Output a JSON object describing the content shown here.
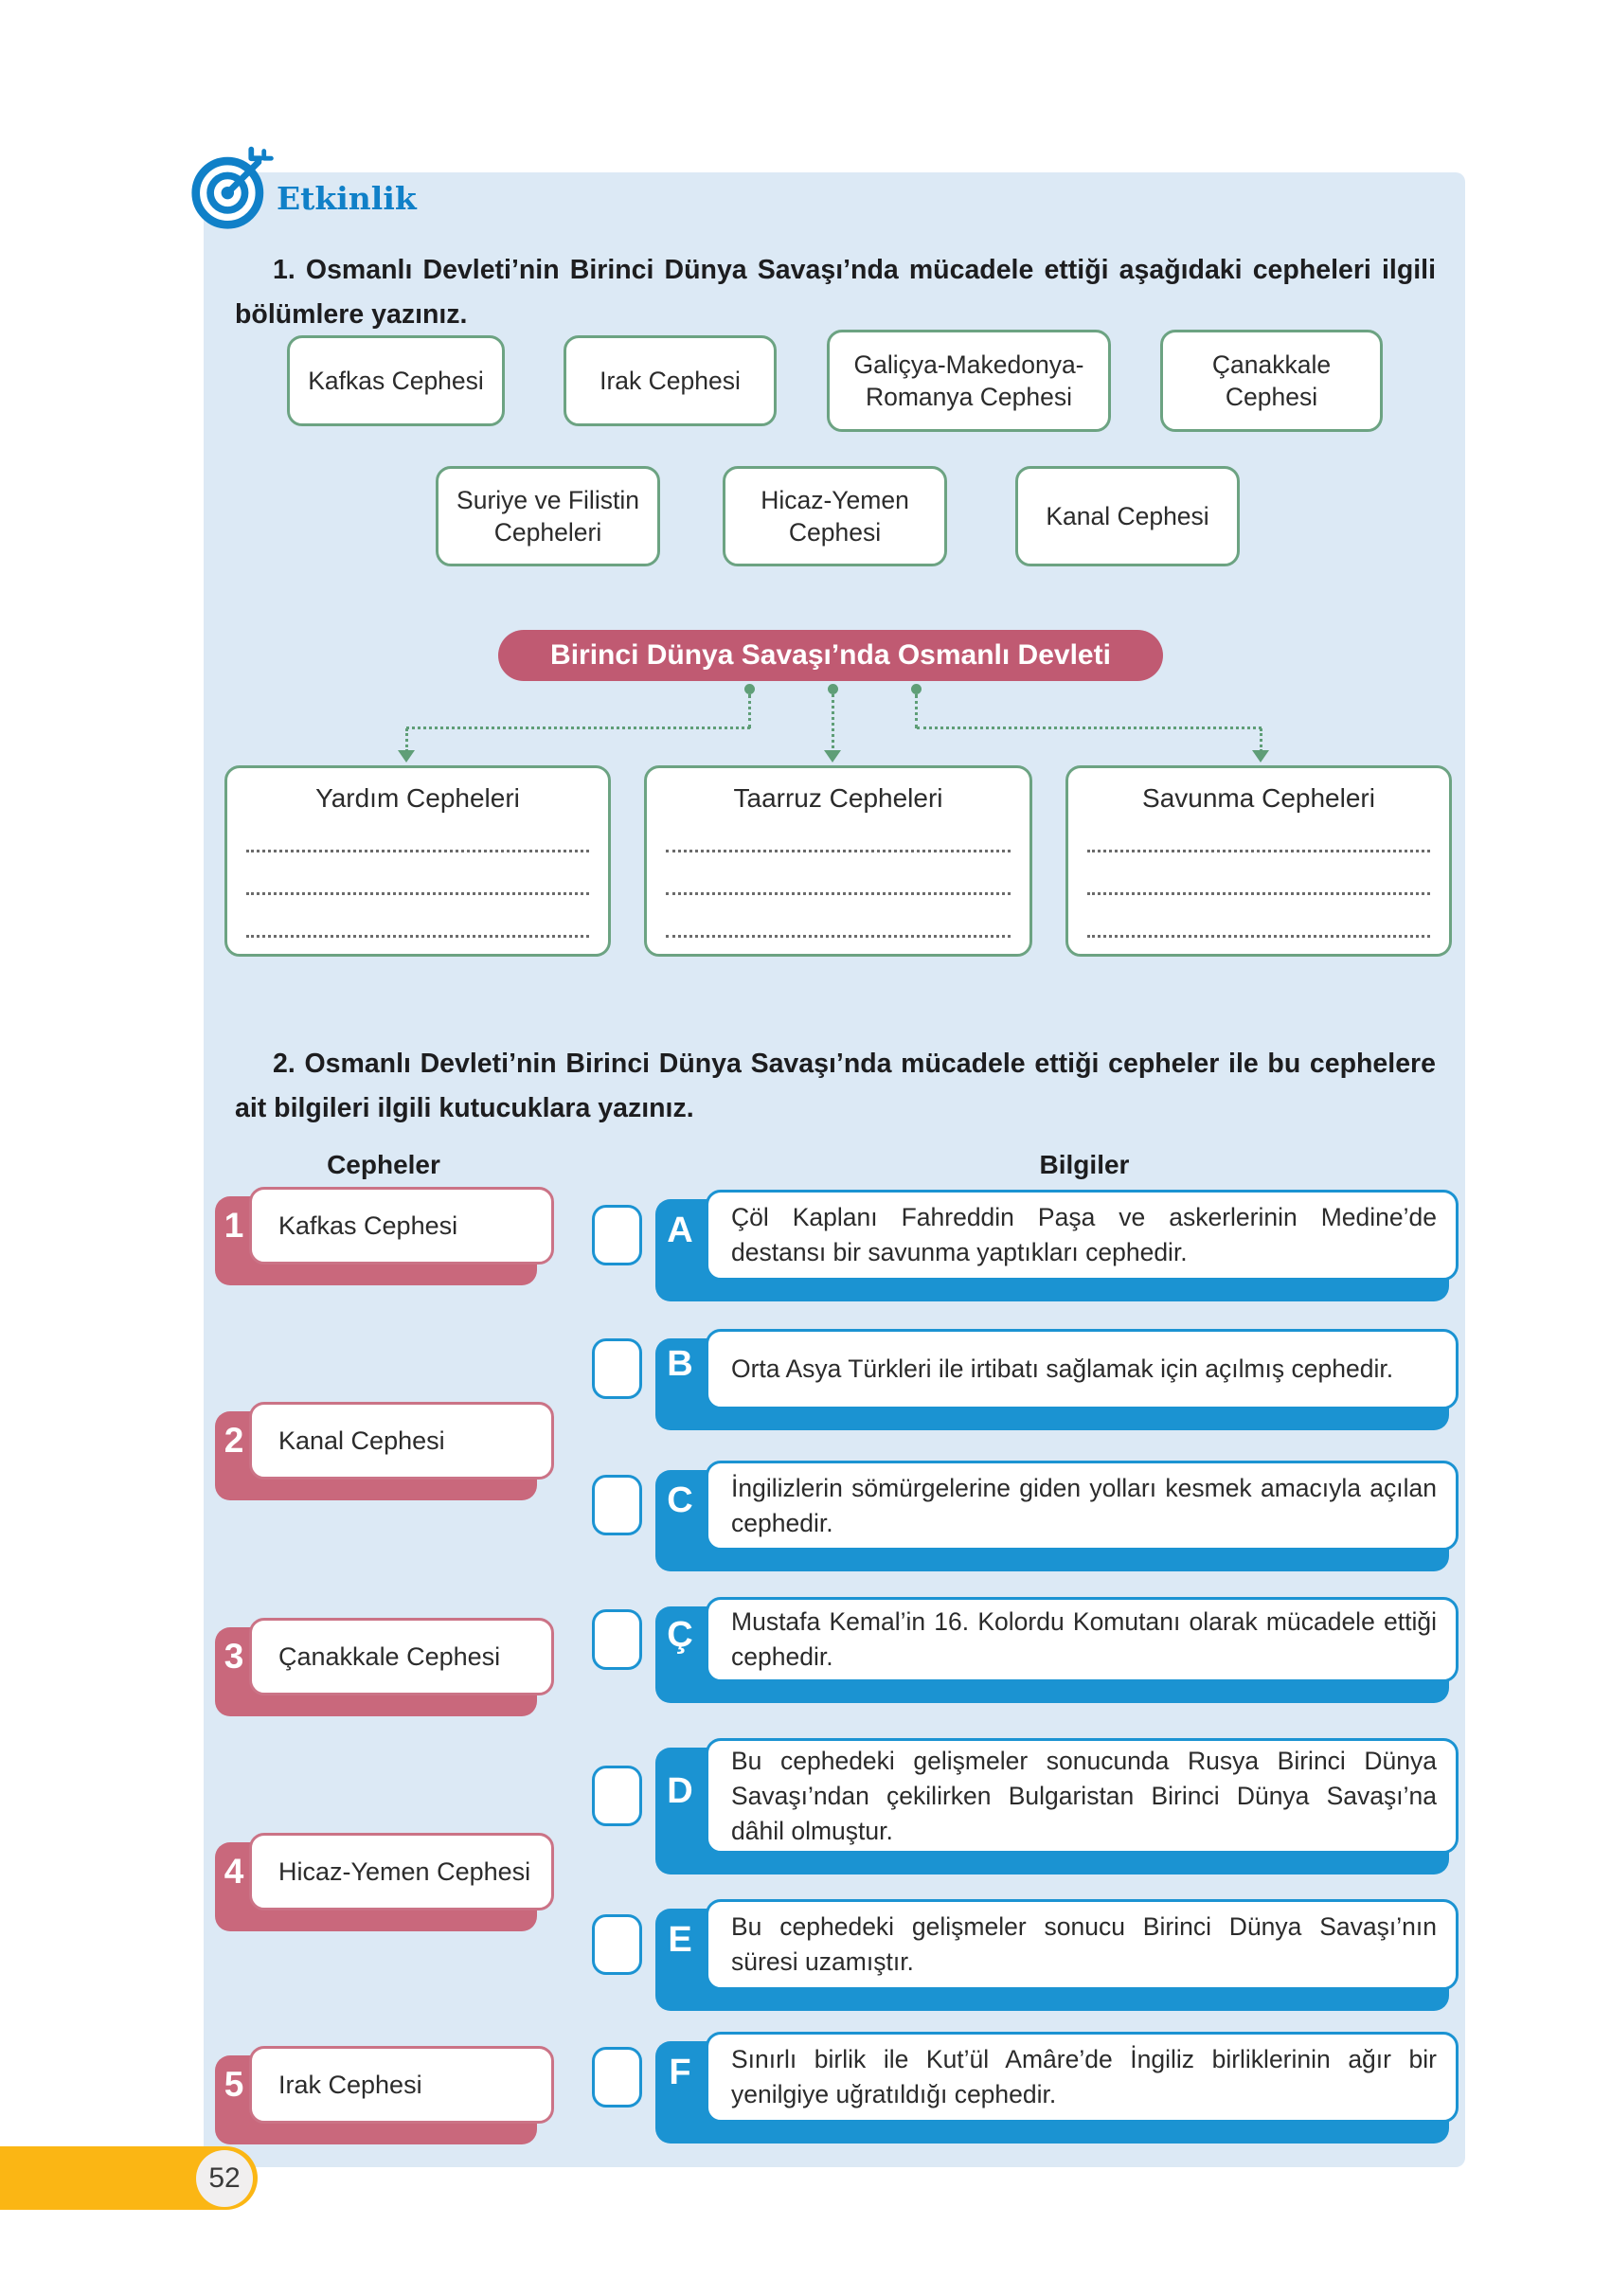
{
  "activity": {
    "label": "Etkinlik"
  },
  "q1": {
    "text": "1. Osmanlı Devleti’nin Birinci Dünya Savaşı’nda mücadele ettiği aşağıdaki cepheleri ilgili bölümlere yazınız.",
    "cards": [
      "Kafkas Cephesi",
      "Irak Cephesi",
      "Galiçya-Makedonya-Romanya Cephesi",
      "Çanakkale Cephesi",
      "Suriye ve Filistin Cepheleri",
      "Hicaz-Yemen Cephesi",
      "Kanal Cephesi"
    ],
    "banner": "Birinci Dünya Savaşı’nda Osmanlı Devleti",
    "categories": [
      "Yardım Cepheleri",
      "Taarruz Cepheleri",
      "Savunma Cepheleri"
    ]
  },
  "q2": {
    "text": "2. Osmanlı Devleti’nin Birinci Dünya Savaşı’nda mücadele ettiği cepheler ile bu cephelere ait bilgileri ilgili kutucuklara yazınız.",
    "columns": {
      "fronts": "Cepheler",
      "info": "Bilgiler"
    },
    "fronts": [
      {
        "num": "1",
        "label": "Kafkas Cephesi"
      },
      {
        "num": "2",
        "label": "Kanal Cephesi"
      },
      {
        "num": "3",
        "label": "Çanakkale Cephesi"
      },
      {
        "num": "4",
        "label": "Hicaz-Yemen Cephesi"
      },
      {
        "num": "5",
        "label": "Irak Cephesi"
      }
    ],
    "infos": [
      {
        "letter": "A",
        "text": "Çöl Kaplanı Fahreddin Paşa ve askerlerinin Medine’de destansı bir savunma yaptıkları cephedir."
      },
      {
        "letter": "B",
        "text": "Orta Asya Türkleri ile irtibatı sağlamak için açılmış cephedir."
      },
      {
        "letter": "C",
        "text": "İngilizlerin sömürgelerine giden yolları kesmek amacıyla açılan cephedir."
      },
      {
        "letter": "Ç",
        "text": "Mustafa Kemal’in 16. Kolordu Komutanı olarak mücadele ettiği cephedir."
      },
      {
        "letter": "D",
        "text": "Bu cephedeki gelişmeler sonucunda Rusya Birinci Dünya Savaşı’ndan çekilirken Bulgaristan Birinci Dünya Savaşı’na dâhil olmuştur."
      },
      {
        "letter": "E",
        "text": "Bu cephedeki gelişmeler sonucu Birinci Dünya Savaşı’nın süresi uzamıştır."
      },
      {
        "letter": "F",
        "text": "Sınırlı birlik ile Kut’ül Amâre’de İngiliz birliklerinin ağır bir yenilgiye uğratıldığı cephedir."
      }
    ]
  },
  "footer": {
    "page_number": "52"
  },
  "colors": {
    "panel_bg": "#dce9f5",
    "green_border": "#6ca382",
    "green_fill": "#7db393",
    "pink": "#c9687c",
    "blue": "#1b93d2",
    "banner_pink": "#c05a72",
    "header_blue": "#1080c8",
    "footer_yellow": "#fbb614"
  }
}
